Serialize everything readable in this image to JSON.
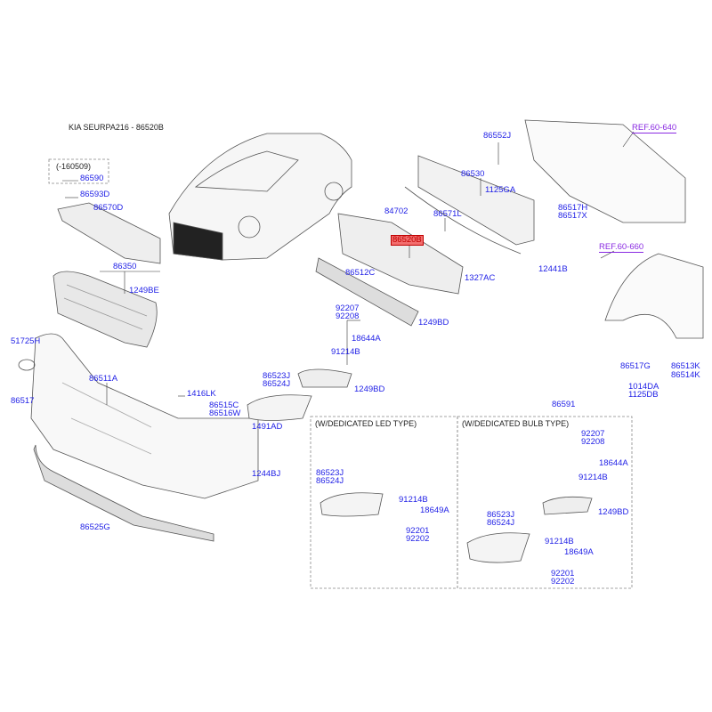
{
  "title": "KIA SEURPA216 - 86520B",
  "highlighted_part": "86520B",
  "colors": {
    "label": "#1f1fe6",
    "ref": "#8a2be2",
    "highlight": "#f26d6d"
  },
  "date_note": "(-160509)",
  "refs": [
    "REF.60-640",
    "REF.60-660"
  ],
  "sections": {
    "led": "(W/DEDICATED LED TYPE)",
    "bulb": "(W/DEDICATED BULB TYPE)"
  },
  "labels": {
    "p86590": "86590",
    "p86593D": "86593D",
    "p86570D": "86570D",
    "p86350": "86350",
    "p1249BE": "1249BE",
    "p51725H": "51725H",
    "p86511A": "86511A",
    "p1416LK": "1416LK",
    "p86515C": "86515C",
    "p86516W": "86516W",
    "p86517": "86517",
    "p1491AD": "1491AD",
    "p1244BJ": "1244BJ",
    "p86525G": "86525G",
    "p86552J": "86552J",
    "p86530": "86530",
    "p1125GA": "1125GA",
    "p84702": "84702",
    "p86571L": "86571L",
    "p86520B": "86520B",
    "p86517H": "86517H",
    "p86517X": "86517X",
    "p12441B": "12441B",
    "p86512C": "86512C",
    "p1327AC": "1327AC",
    "p92207": "92207",
    "p92208": "92208",
    "p1249BD": "1249BD",
    "p18644A": "18644A",
    "p91214B": "91214B",
    "p86523J": "86523J",
    "p86524J": "86524J",
    "p86517G": "86517G",
    "p86513K": "86513K",
    "p86514K": "86514K",
    "p1014DA": "1014DA",
    "p1125DB": "1125DB",
    "p86591": "86591",
    "p18649A": "18649A",
    "p92201": "92201",
    "p92202": "92202"
  }
}
